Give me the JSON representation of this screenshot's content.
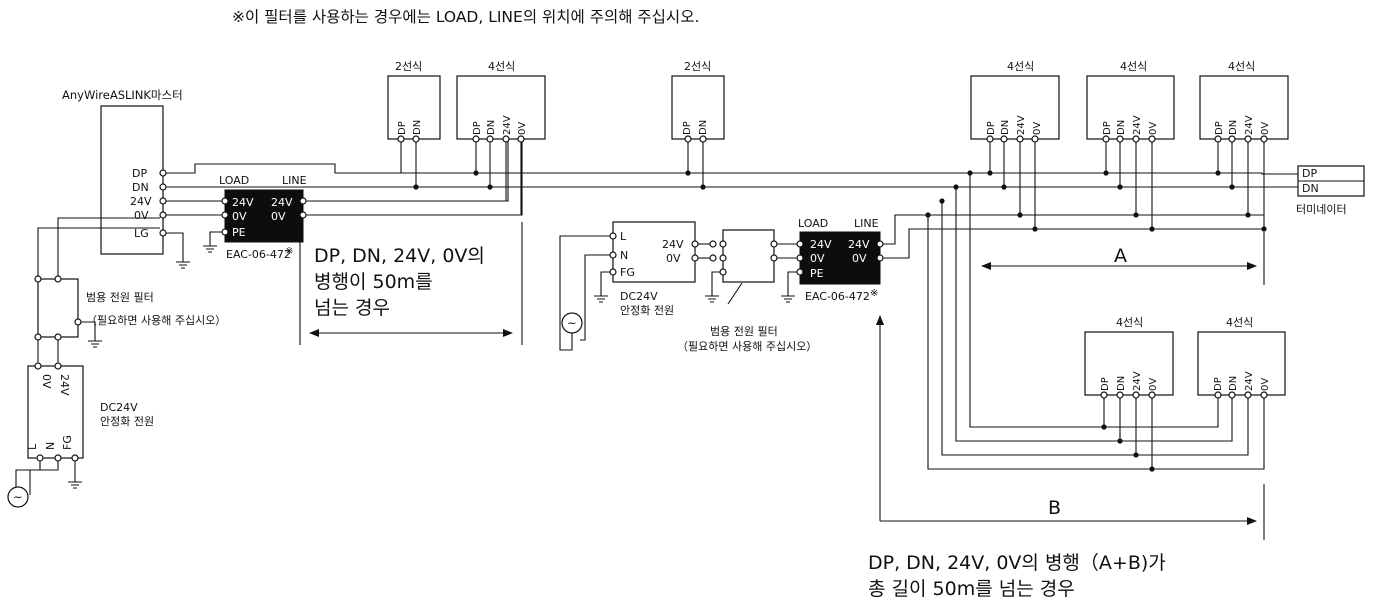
{
  "notice": "※이 필터를 사용하는 경우에는 LOAD, LINE의 위치에 주의해 주십시오.",
  "master": {
    "title": "AnyWireASLINK마스터",
    "terminals": [
      "DP",
      "DN",
      "24V",
      "0V",
      "LG"
    ]
  },
  "filter1": {
    "load": "LOAD",
    "line": "LINE",
    "left_terms": [
      "24V",
      "0V",
      "PE"
    ],
    "right_terms": [
      "24V",
      "0V"
    ],
    "model": "EAC-06-472",
    "mark": "※"
  },
  "filter2": {
    "load": "LOAD",
    "line": "LINE",
    "left_terms": [
      "24V",
      "0V",
      "PE"
    ],
    "right_terms": [
      "24V",
      "0V"
    ],
    "model": "EAC-06-472",
    "mark": "※"
  },
  "general_filter": {
    "title": "범용 전원 필터",
    "note": "（필요하면 사용해 주십시오）"
  },
  "psu_left": {
    "title": "DC24V",
    "subtitle": "안정화 전원",
    "top_terms": [
      "0V",
      "24V"
    ],
    "bottom_terms": [
      "L",
      "N",
      "FG"
    ]
  },
  "psu_mid": {
    "title": "DC24V",
    "subtitle": "안정화 전원",
    "left_terms": [
      "L",
      "N",
      "FG"
    ],
    "right_terms": [
      "24V",
      "0V"
    ]
  },
  "slaves": {
    "two_wire": "2선식",
    "four_wire": "4선식",
    "two_terms": [
      "DP",
      "DN"
    ],
    "four_terms": [
      "DP",
      "DN",
      "24V",
      "0V"
    ]
  },
  "terminator": {
    "terms": [
      "DP",
      "DN"
    ],
    "label": "터미네이터"
  },
  "notes": {
    "exceed_line1": "DP, DN, 24V, 0V의",
    "exceed_line2": "병행이 50m를",
    "exceed_line3": "넘는 경우",
    "dim_a": "A",
    "dim_b": "B",
    "total_line1": "DP, DN, 24V, 0V의 병행（A+B)가",
    "total_line2": "총 길이 50m를 넘는 경우"
  }
}
